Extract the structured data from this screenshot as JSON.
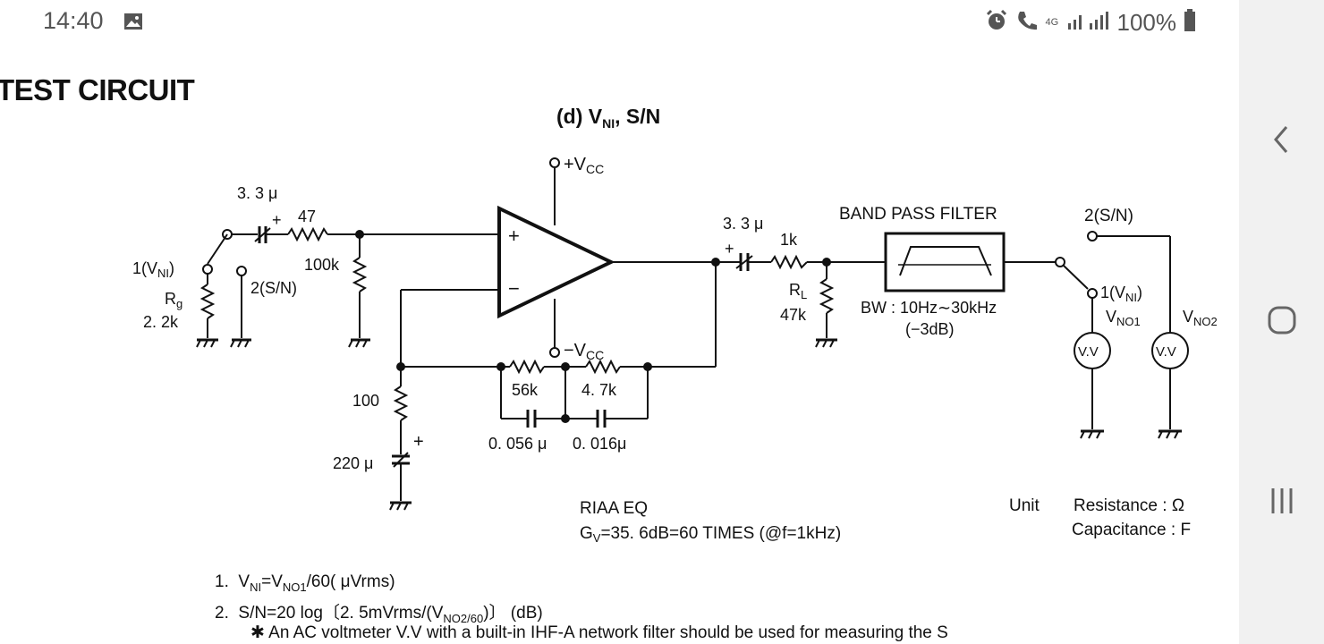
{
  "status_bar": {
    "time": "14:40",
    "battery_percent": "100%",
    "network_label": "4G",
    "icons": [
      "gallery-icon",
      "alarm-icon",
      "call-icon",
      "signal-icon",
      "battery-icon"
    ]
  },
  "nav_bar": {
    "icons": [
      "back-icon",
      "home-icon",
      "recents-icon"
    ]
  },
  "document": {
    "section_title": "TEST CIRCUIT",
    "subtitle": {
      "main": "(d) V",
      "sub": "NI",
      "rest": ", S/N"
    },
    "vcc_pos": {
      "main": "+V",
      "sub": "CC"
    },
    "vcc_neg": {
      "main": "−V",
      "sub": "CC"
    },
    "input": {
      "cap": "3. 3 μ",
      "cap_plus": "+",
      "res": "47",
      "res_100k": "100k",
      "switch_1": {
        "main": "1(V",
        "sub": "NI",
        "rest": ")"
      },
      "switch_2": "2(S/N)",
      "rg": {
        "main": "R",
        "sub": "g"
      },
      "rg_value": "2. 2k"
    },
    "feedback": {
      "r100": "100",
      "c220": "220 μ",
      "c220_plus": "+",
      "r56k": "56k",
      "r4_7k": "4. 7k",
      "c0056": "0. 056 μ",
      "c0016": "0. 016μ"
    },
    "output": {
      "cap": "3. 3 μ",
      "cap_plus": "+",
      "res": "1k",
      "rl": {
        "main": "R",
        "sub": "L"
      },
      "rl_value": "47k",
      "bpf_title": "BAND PASS FILTER",
      "bw": "BW : 10Hz∼30kHz",
      "bw_db": "(−3dB)",
      "switch_2": "2(S/N)",
      "switch_1": {
        "main": "1(V",
        "sub": "NI",
        "rest": ")"
      },
      "vno1": {
        "main": "V",
        "sub": "NO1"
      },
      "vno2": {
        "main": "V",
        "sub": "NO2"
      },
      "voltmeter": "V.V"
    },
    "opamp": {
      "plus": "+",
      "minus": "−"
    },
    "riaa": {
      "title": "RIAA EQ",
      "gain": {
        "main": "G",
        "sub": "V",
        "rest": "=35. 6dB=60 TIMES (@f=1kHz)"
      }
    },
    "units": {
      "label": "Unit",
      "resistance": "Resistance : Ω",
      "capacitance": "Capacitance : F"
    },
    "formulas": {
      "f1": {
        "num": "1.",
        "a": "V",
        "a_sub": "NI",
        "b": "=V",
        "b_sub": "NO1",
        "c": "/60( μVrms)"
      },
      "f2": {
        "num": "2.",
        "a": "S/N=20 log〔2. 5mVrms/(V",
        "a_sub": "NO2/60",
        "b": ")〕   (dB)"
      },
      "note": "✱ An AC voltmeter V.V with a built-in IHF-A network filter should be used for measuring the S"
    }
  }
}
